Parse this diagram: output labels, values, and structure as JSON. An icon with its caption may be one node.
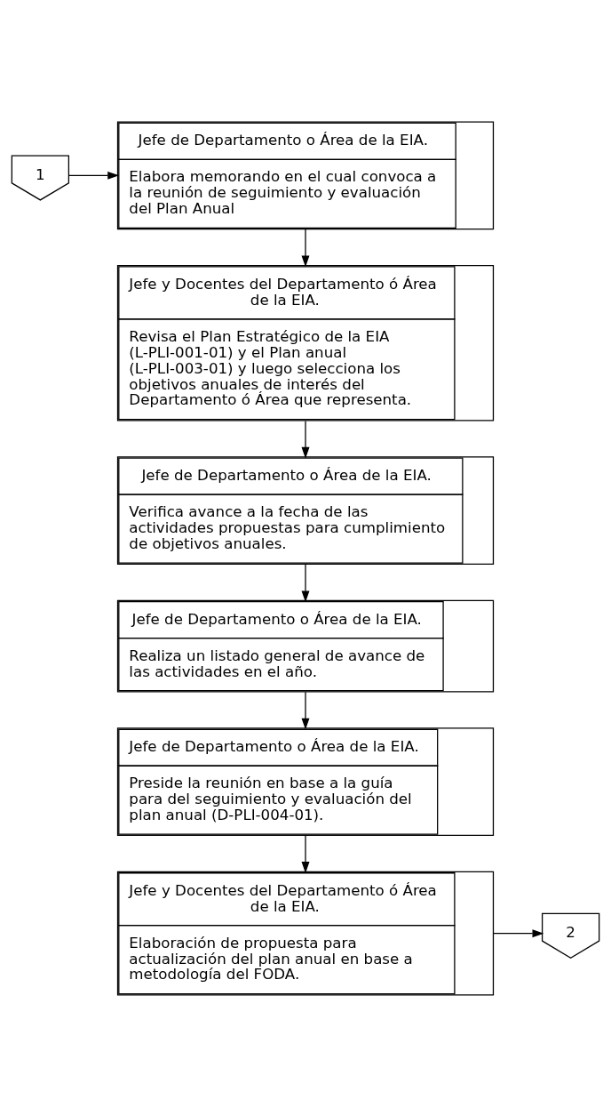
{
  "diagram": {
    "nodes": [
      {
        "text": [
          "1"
        ]
      },
      {
        "text": [
          "Jefe de Departamento o Área de la EIA.",
          "Elabora memorando en el cual convoca a la reunión de seguimiento y evaluación del Plan Anual"
        ]
      },
      {
        "text": [
          "Jefe y Docentes del Departamento ó Área de la EIA.",
          "Revisa el Plan Estratégico de la EIA (L-PLI-001-01) y el Plan anual (L-PLI-003-01) y luego selecciona los objetivos anuales de interés del Departamento ó Área que representa."
        ]
      },
      {
        "text": [
          "Jefe de Departamento o Área de la EIA.",
          "Verifica avance a la fecha de las actividades propuestas para cumplimiento de objetivos anuales."
        ]
      },
      {
        "text": [
          "Jefe de Departamento o Área de la EIA.",
          "Realiza un listado general de avance de las actividades en el año."
        ]
      },
      {
        "text": [
          "Jefe de Departamento o Área de la EIA.",
          "Preside la reunión en base a la guía para del seguimiento y evaluación del plan anual (D-PLI-004-01)."
        ]
      },
      {
        "text": [
          "Jefe y Docentes del Departamento ó Área de la EIA.",
          "Elaboración de propuesta para actualización del plan anual en base a metodología del FODA."
        ]
      },
      {
        "text": [
          "2"
        ]
      }
    ],
    "edges": [
      {
        "from": 0,
        "to": 1,
        "arrow": "to"
      },
      {
        "from": 1,
        "to": 2,
        "arrow": "to"
      },
      {
        "from": 2,
        "to": 3,
        "arrow": "to"
      },
      {
        "from": 3,
        "to": 4,
        "arrow": "to"
      },
      {
        "from": 4,
        "to": 5,
        "arrow": "to"
      },
      {
        "from": 5,
        "to": 6,
        "arrow": "to"
      },
      {
        "from": 6,
        "to": 7,
        "arrow": "to"
      }
    ]
  }
}
